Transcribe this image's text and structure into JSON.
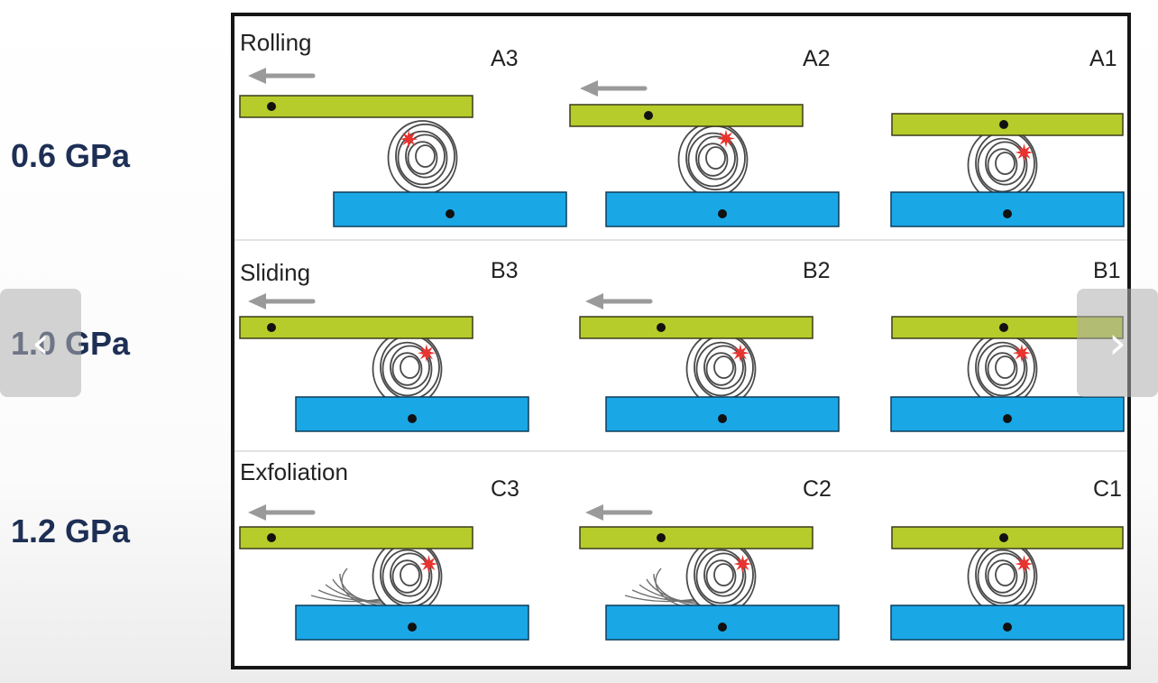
{
  "pressures": [
    "0.6 GPa",
    "1.0 GPa",
    "1.2 GPa"
  ],
  "rows": [
    {
      "mode": "Rolling",
      "panels": [
        "A3",
        "A2",
        "A1"
      ]
    },
    {
      "mode": "Sliding",
      "panels": [
        "B3",
        "B2",
        "B1"
      ]
    },
    {
      "mode": "Exfoliation",
      "panels": [
        "C3",
        "C2",
        "C1"
      ]
    }
  ],
  "icons": {
    "prev": "chevron-left-icon",
    "next": "chevron-right-icon"
  },
  "colors": {
    "top_plate": "#b6cc2a",
    "bottom_plate": "#1aa7e6",
    "marker": "#e8332e",
    "arrow": "#9a9a9a",
    "pressure_label": "#1e2f55"
  }
}
